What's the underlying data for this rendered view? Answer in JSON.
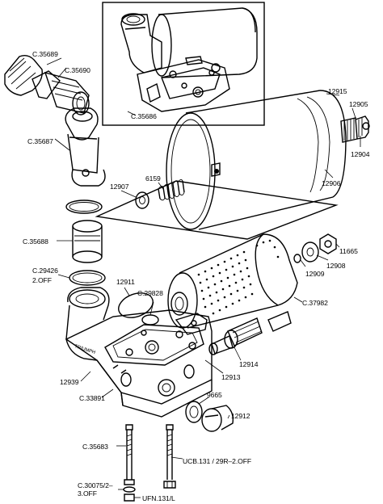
{
  "labels": {
    "c35689": "C.35689",
    "c35690": "C.35690",
    "c35687": "C.35687",
    "c35686": "C.35686",
    "p12915": "12915",
    "p12905": "12905",
    "p12904": "12904",
    "p12906": "12906",
    "p12907": "12907",
    "p6159": "6159",
    "c35688": "C.35688",
    "c29426": "C.29426",
    "off2": "2.OFF",
    "p11665": "11665",
    "p12908": "12908",
    "p12909": "12909",
    "p12911": "12911",
    "c29828": "C.29828",
    "c37982": "C.37982",
    "p12914": "12914",
    "p12939": "12939",
    "p12913": "12913",
    "c33891": "C.33891",
    "p9665": "9665",
    "p12912": "12912",
    "c35683": "C.35683",
    "ucb": "UCB.131 / 29R–2.OFF",
    "c30075": "C.30075/2–",
    "off3": "3.OFF",
    "ufn": "UFN.131/L"
  },
  "body_text": {
    "brand": "TRIUMPH"
  }
}
